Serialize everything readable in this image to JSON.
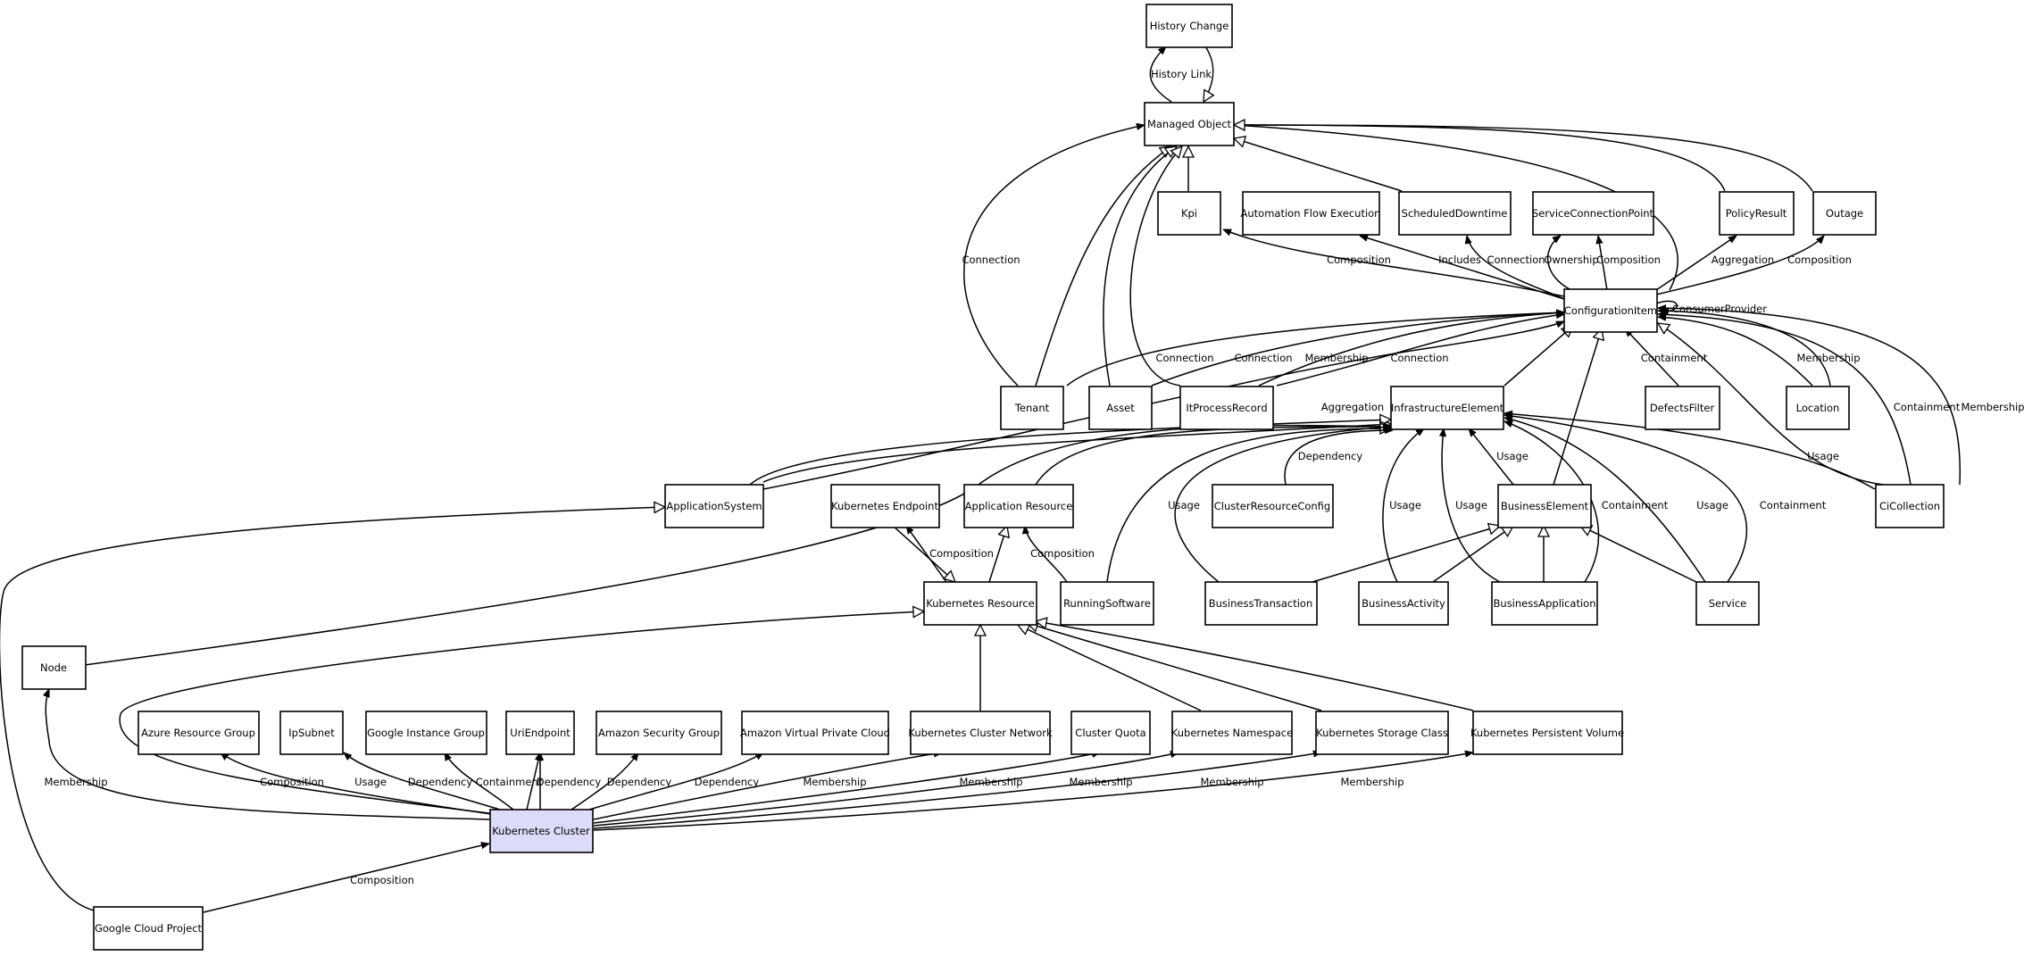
{
  "nodes": {
    "history_change": "History Change",
    "managed_object": "Managed Object",
    "kpi": "Kpi",
    "automation_flow_execution": "Automation Flow Execution",
    "scheduled_downtime": "ScheduledDowntime",
    "service_connection_point": "ServiceConnectionPoint",
    "policy_result": "PolicyResult",
    "outage": "Outage",
    "configuration_item": "ConfigurationItem",
    "tenant": "Tenant",
    "asset": "Asset",
    "it_process_record": "ItProcessRecord",
    "infrastructure_element": "InfrastructureElement",
    "defects_filter": "DefectsFilter",
    "location": "Location",
    "application_system": "ApplicationSystem",
    "kubernetes_endpoint": "Kubernetes Endpoint",
    "application_resource": "Application Resource",
    "cluster_resource_config": "ClusterResourceConfig",
    "business_element": "BusinessElement",
    "ci_collection": "CiCollection",
    "kubernetes_resource": "Kubernetes Resource",
    "running_software": "RunningSoftware",
    "business_transaction": "BusinessTransaction",
    "business_activity": "BusinessActivity",
    "business_application": "BusinessApplication",
    "service": "Service",
    "node": "Node",
    "azure_resource_group": "Azure Resource Group",
    "ip_subnet": "IpSubnet",
    "google_instance_group": "Google Instance Group",
    "uri_endpoint": "UriEndpoint",
    "amazon_security_group": "Amazon Security Group",
    "amazon_vpc": "Amazon Virtual Private Cloud",
    "kubernetes_cluster_network": "Kubernetes Cluster Network",
    "cluster_quota": "Cluster Quota",
    "kubernetes_namespace": "Kubernetes Namespace",
    "kubernetes_storage_class": "Kubernetes Storage Class",
    "kubernetes_persistent_volume": "Kubernetes Persistent Volume",
    "kubernetes_cluster": "Kubernetes Cluster",
    "google_cloud_project": "Google Cloud Project"
  },
  "edge_labels": {
    "history_link": "History Link",
    "connection": "Connection",
    "composition": "Composition",
    "includes": "Includes",
    "ownership": "Ownership",
    "aggregation": "Aggregation",
    "consumer_provider": "ConsumerProvider",
    "membership": "Membership",
    "containment": "Containment",
    "usage": "Usage",
    "dependency": "Dependency"
  },
  "colors": {
    "highlight_fill": "#dcdcf8",
    "box_fill": "#ffffff",
    "stroke": "#000000"
  }
}
